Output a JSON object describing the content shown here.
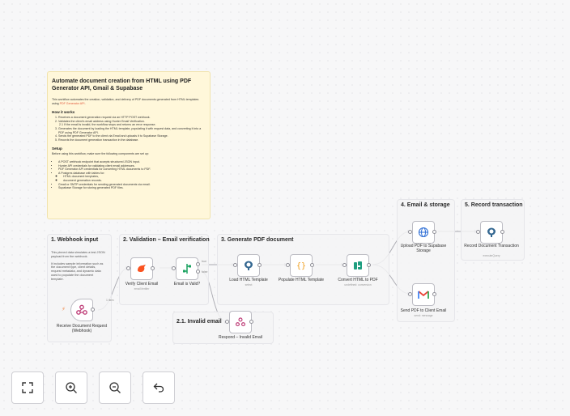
{
  "sticky": {
    "title": "Automate document creation from HTML using PDF Generator API, Gmail & Supabase",
    "intro": "This workflow automates the creation, validation, and delivery of PDF documents generated from HTML templates using",
    "intro_link": "PDF Generator API",
    "how_heading": "How it works",
    "steps": [
      "Receives a document generation request via an HTTP POST webhook.",
      "Validates the client's email address using Hunter Email Verification.",
      "Generates the document by loading the HTML template, populating it with request data, and converting it into a PDF using PDF Generator API.",
      "Sends the generated PDF to the client via Email and uploads it to Supabase Storage.",
      "Records the document generation transaction in the database."
    ],
    "step2_sub": "If the email is invalid, the workflow stops and returns an error response.",
    "setup_heading": "Setup",
    "setup_intro": "Before using this workflow, make sure the following components are set up:",
    "setup_items": [
      "A POST webhook endpoint that accepts structured JSON input.",
      "Hunter API credentials for validating client email addresses.",
      "PDF Generator API credentials for converting HTML documents to PDF.",
      "A Postgres database with tables for:",
      "Gmail or SMTP credentials for sending generated documents via email.",
      "Supabase Storage for storing generated PDF files."
    ],
    "setup_sub": [
      "HTML document templates,",
      "document generation records."
    ]
  },
  "groups": {
    "g1": {
      "title": "1. Webhook input",
      "text1": "This pinned data simulates a test JSON payload from the webhook.",
      "text2": "It includes sample information such as the document type, client details, request metadata, and dynamic data used to populate the document template."
    },
    "g2": {
      "title": "2. Validation – Email verification"
    },
    "g3": {
      "title": "3. Generate PDF document"
    },
    "g21": {
      "title": "2.1. Invalid email"
    },
    "g4": {
      "title": "4. Email & storage"
    },
    "g5": {
      "title": "5. Record transaction"
    }
  },
  "nodes": {
    "webhook": {
      "label": "Receive Document Request (Webhook)",
      "icon": "webhook-icon"
    },
    "verify": {
      "label": "Verify Client Email",
      "sub": "emailVerifier",
      "icon": "hunter-icon"
    },
    "valid": {
      "label": "Email is Valid?",
      "icon": "if-icon",
      "true_label": "true",
      "false_label": "false"
    },
    "invalid": {
      "label": "Respond – Invalid Email",
      "icon": "webhook-icon"
    },
    "load": {
      "label": "Load HTML Template",
      "sub": "select",
      "icon": "postgres-icon"
    },
    "populate": {
      "label": "Populate HTML Template",
      "icon": "code-icon"
    },
    "convert": {
      "label": "Convert HTML to PDF",
      "sub": "undefined: conversion",
      "icon": "pdf-generator-icon"
    },
    "upload": {
      "label": "Upload PDF to Supabase Storage",
      "icon": "globe-icon"
    },
    "send": {
      "label": "Send PDF to Client Email",
      "sub": "send: message",
      "icon": "gmail-icon"
    },
    "record": {
      "label": "Record Document Transaction",
      "sub": "executeQuery",
      "icon": "postgres-icon"
    }
  },
  "edge_labels": {
    "item": "1 item"
  },
  "controls": {
    "fit": "fit-view-icon",
    "zoom_in": "zoom-in-icon",
    "zoom_out": "zoom-out-icon",
    "undo": "undo-icon"
  },
  "colors": {
    "note_bg": "#fff7da",
    "accent": "#e0583b",
    "trigger": "#f08a4b"
  }
}
